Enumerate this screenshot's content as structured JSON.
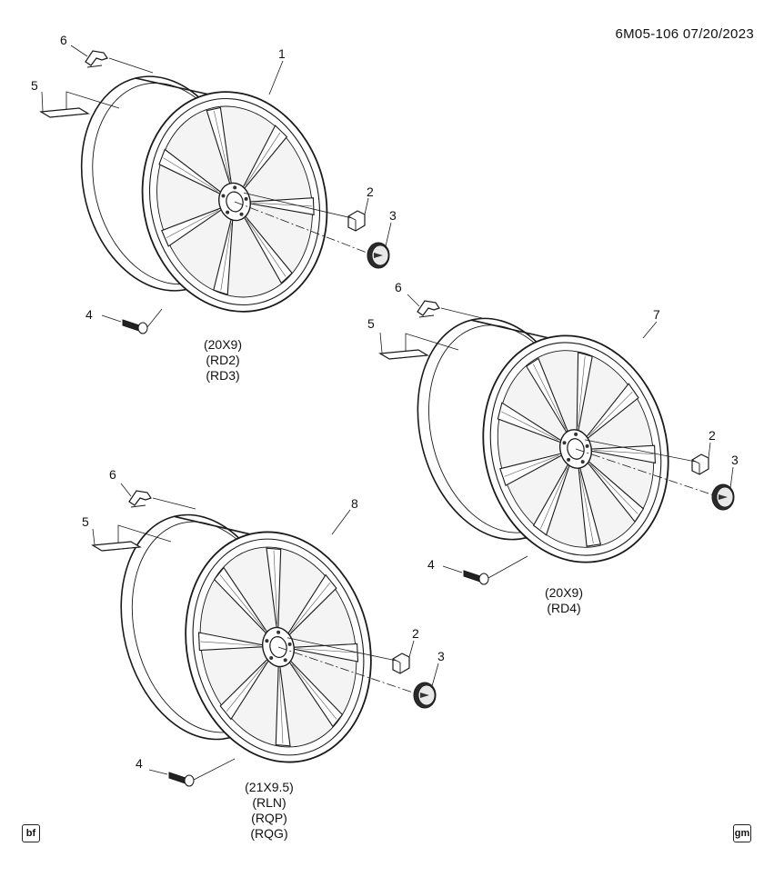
{
  "header": {
    "code": "6M05-106  07/20/2023"
  },
  "wheels": [
    {
      "callouts": {
        "wheel": "1",
        "nut": "2",
        "cap": "3",
        "valve": "4",
        "weight": "5",
        "clip": "6"
      },
      "sizes": [
        "(20X9)",
        "(RD2)",
        "(RD3)"
      ]
    },
    {
      "callouts": {
        "wheel": "7",
        "nut": "2",
        "cap": "3",
        "valve": "4",
        "weight": "5",
        "clip": "6"
      },
      "sizes": [
        "(20X9)",
        "(RD4)"
      ]
    },
    {
      "callouts": {
        "wheel": "8",
        "nut": "2",
        "cap": "3",
        "valve": "4",
        "weight": "5",
        "clip": "6"
      },
      "sizes": [
        "(21X9.5)",
        "(RLN)",
        "(RQP)",
        "(RQG)"
      ]
    }
  ],
  "footer": {
    "left_badge": "bf",
    "right_badge": "gm"
  }
}
